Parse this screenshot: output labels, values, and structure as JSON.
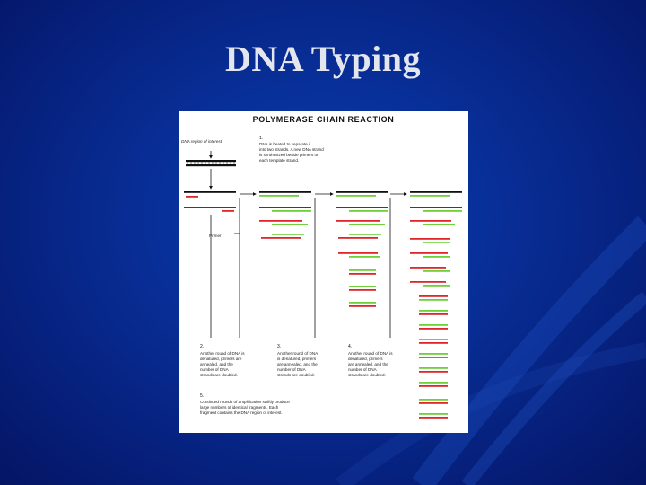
{
  "slide": {
    "title": "DNA Typing"
  },
  "figure": {
    "title": "POLYMERASE CHAIN REACTION",
    "region_label": "DNA region of interest",
    "primer_label": "Primer",
    "steps": [
      {
        "number": "1.",
        "text": [
          "DNA is heated to separate it",
          "into two strands. A new DNA strand",
          "is synthesized beside primers on",
          "each template strand."
        ]
      },
      {
        "number": "2.",
        "text": [
          "Another round of DNA is",
          "denatured, primers are",
          "annealed, and the",
          "number of DNA",
          "strands are doubled."
        ]
      },
      {
        "number": "3.",
        "text": [
          "Another round of DNA",
          "is denatured, primers",
          "are annealed, and the",
          "number of DNA",
          "strands are doubled."
        ]
      },
      {
        "number": "4.",
        "text": [
          "Another round of DNA is",
          "denatured, primers",
          "are annealed, and the",
          "number of DNA",
          "strands are doubled."
        ]
      },
      {
        "number": "5.",
        "text": [
          "Continued rounds of amplification swiftly produce",
          "large numbers of identical fragments. Each",
          "fragment contains the DNA region of interest."
        ]
      }
    ]
  },
  "colors": {
    "background": "#08309a",
    "title_text": "#e4e6ee",
    "new_strand_green": "#6fd03a",
    "primer_red": "#e0262a",
    "strand_black": "#111111"
  }
}
